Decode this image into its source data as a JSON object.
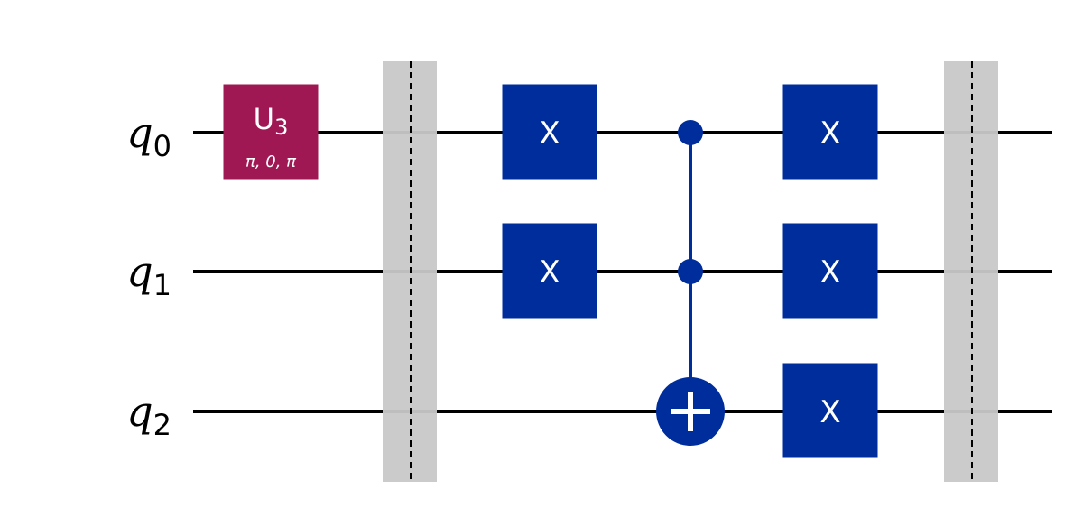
{
  "circuit": {
    "qubits": [
      {
        "name": "q",
        "index": "0"
      },
      {
        "name": "q",
        "index": "1"
      },
      {
        "name": "q",
        "index": "2"
      }
    ],
    "colors": {
      "wire": "#000000",
      "x_gate": "#002D9C",
      "u3_gate": "#9F1853",
      "control": "#002D9C",
      "barrier_fill": "#C8C8C8",
      "barrier_line": "#000000",
      "text": "#FFFFFF"
    },
    "gates": [
      {
        "type": "u3",
        "qubit": 0,
        "step": 0,
        "label": "U",
        "label_sub": "3",
        "params": "π, 0, π"
      },
      {
        "type": "barrier",
        "step": 1
      },
      {
        "type": "x",
        "qubit": 0,
        "step": 2,
        "label": "X"
      },
      {
        "type": "x",
        "qubit": 1,
        "step": 2,
        "label": "X"
      },
      {
        "type": "ccx",
        "controls": [
          0,
          1
        ],
        "target": 2,
        "step": 3
      },
      {
        "type": "x",
        "qubit": 0,
        "step": 4,
        "label": "X"
      },
      {
        "type": "x",
        "qubit": 1,
        "step": 4,
        "label": "X"
      },
      {
        "type": "x",
        "qubit": 2,
        "step": 4,
        "label": "X"
      },
      {
        "type": "barrier",
        "step": 5
      }
    ]
  }
}
